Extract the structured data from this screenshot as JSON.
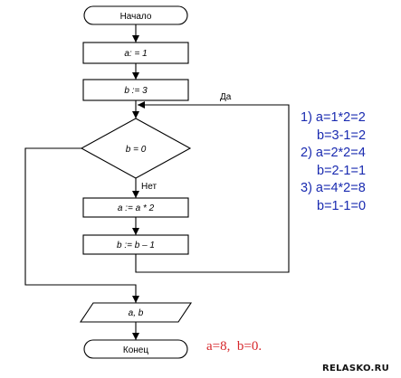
{
  "flowchart": {
    "start": "Начало",
    "assign_a": "a: = 1",
    "assign_b": "b := 3",
    "condition": "b = 0",
    "yes_label": "Да",
    "no_label": "Нет",
    "step_a": "a := a * 2",
    "step_b": "b := b – 1",
    "output": "a, b",
    "end": "Конец"
  },
  "solution": {
    "steps": [
      {
        "a_line": "1) a=1*2=2",
        "b_line": "b=3-1=2"
      },
      {
        "a_line": "2) a=2*2=4",
        "b_line": "b=2-1=1"
      },
      {
        "a_line": "3) a=4*2=8",
        "b_line": "b=1-1=0"
      }
    ]
  },
  "answer": "a=8,  b=0.",
  "watermark": "RELASKO.RU",
  "colors": {
    "solution": "#1a2bb0",
    "answer": "#d6262a",
    "lines": "#000000"
  }
}
